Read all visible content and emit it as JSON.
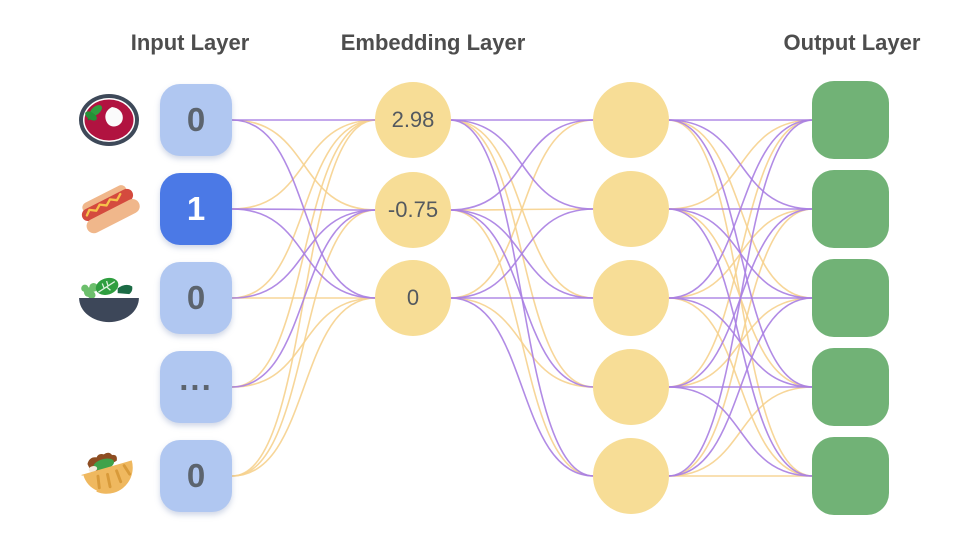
{
  "titles": {
    "input": "Input Layer",
    "embedding": "Embedding Layer",
    "output": "Output Layer"
  },
  "input_layer": {
    "nodes": [
      {
        "value": "0",
        "icon": "soup-icon",
        "active": false
      },
      {
        "value": "1",
        "icon": "hotdog-icon",
        "active": true
      },
      {
        "value": "0",
        "icon": "salad-icon",
        "active": false
      },
      {
        "value": "...",
        "icon": "",
        "active": false
      },
      {
        "value": "0",
        "icon": "pita-icon",
        "active": false
      }
    ]
  },
  "embedding_layer": {
    "nodes": [
      {
        "value": "2.98"
      },
      {
        "value": "-0.75"
      },
      {
        "value": "0"
      }
    ]
  },
  "hidden_layer": {
    "node_count": 5
  },
  "output_layer": {
    "node_count": 5
  },
  "colors": {
    "purple_wire": "#a87ee2",
    "gold_wire": "#f6d28e",
    "input_box": "#b0c7f1",
    "input_box_active": "#4b79e6",
    "embedding_circle": "#f7dd96",
    "output_box": "#71b276",
    "title_text": "#4d4d4d",
    "value_text": "#5c646e",
    "circle_text": "#54595f"
  },
  "connections": {
    "input_to_embedding": [
      [
        "p",
        "g",
        "p"
      ],
      [
        "g",
        "p",
        "p"
      ],
      [
        "g",
        "p",
        "g"
      ],
      [
        "g",
        "p",
        "g"
      ],
      [
        "g",
        "g",
        "g"
      ]
    ],
    "embedding_to_hidden": [
      [
        "p",
        "p",
        "g",
        "g",
        "p"
      ],
      [
        "p",
        "g",
        "p",
        "p",
        "g"
      ],
      [
        "g",
        "p",
        "p",
        "g",
        "p"
      ]
    ],
    "hidden_to_output": [
      [
        "p",
        "p",
        "g",
        "p",
        "g"
      ],
      [
        "g",
        "p",
        "p",
        "g",
        "p"
      ],
      [
        "p",
        "g",
        "p",
        "p",
        "g"
      ],
      [
        "g",
        "p",
        "g",
        "p",
        "p"
      ],
      [
        "p",
        "g",
        "p",
        "g",
        "g"
      ]
    ]
  }
}
